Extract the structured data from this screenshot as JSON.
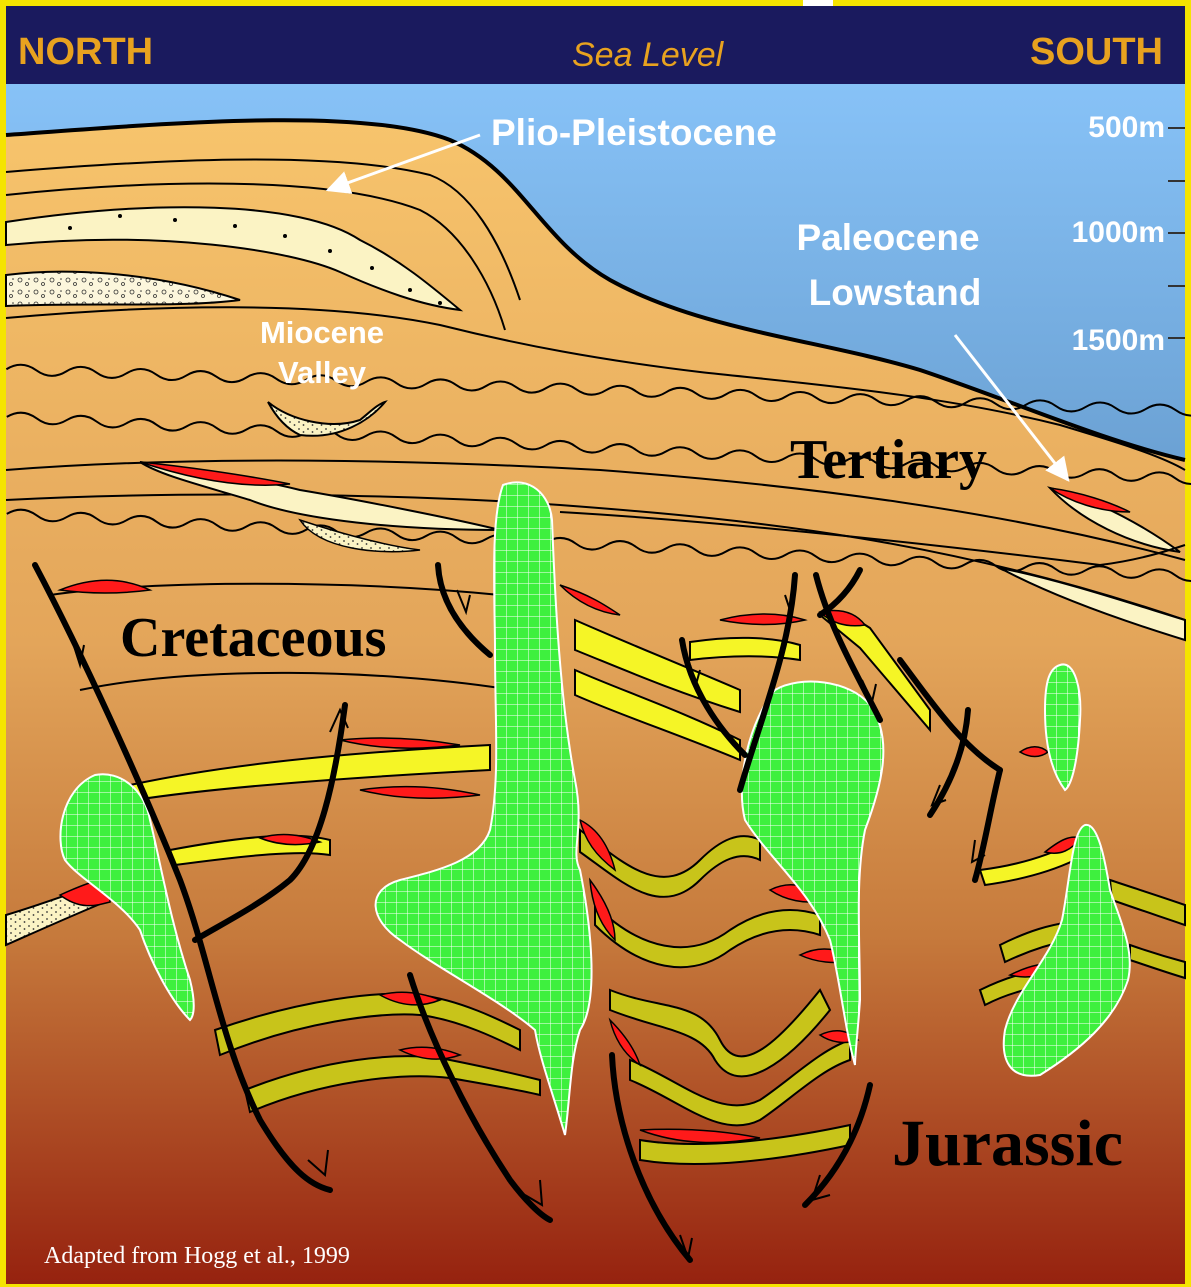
{
  "header": {
    "left_label": "NORTH",
    "center_label": "Sea Level",
    "right_label": "SOUTH"
  },
  "depth_scale": [
    "500m",
    "1000m",
    "1500m"
  ],
  "labels": {
    "plio_pleistocene": "Plio-Pleistocene",
    "paleocene_line1": "Paleocene",
    "paleocene_line2": "Lowstand",
    "miocene_line1": "Miocene",
    "miocene_line2": "Valley",
    "tertiary": "Tertiary",
    "cretaceous": "Cretaceous",
    "jurassic": "Jurassic"
  },
  "credit": "Adapted from Hogg et al., 1999",
  "colors": {
    "header_bg": "#1a1a5e",
    "border": "#f5e400",
    "header_text": "#e8a21f",
    "sea_top": "#87c2f7",
    "sea_bottom": "#2f5a86",
    "sediment_light": "#f5c06a",
    "sediment_deep": "#9a2410",
    "salt": "#3ef03e",
    "sand_yellow": "#f5f526",
    "sand_olive": "#c8c41a",
    "hydrocarbon": "#ff1a1a",
    "sand_light": "#fcf6c8"
  }
}
